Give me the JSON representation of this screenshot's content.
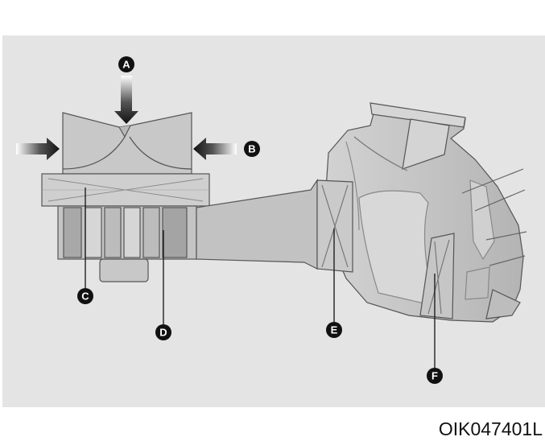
{
  "colors": {
    "panel": "#e4e4e4",
    "part_fill": "#c6c6c6",
    "part_light": "#d8d8d8",
    "part_dark": "#9a9a9a",
    "outline": "#555555",
    "arrow": "#222222",
    "callout": "#111111"
  },
  "callouts": {
    "a": "A",
    "b": "B",
    "c": "C",
    "d": "D",
    "e": "E",
    "f": "F"
  },
  "figure_code": "OIK047401L"
}
